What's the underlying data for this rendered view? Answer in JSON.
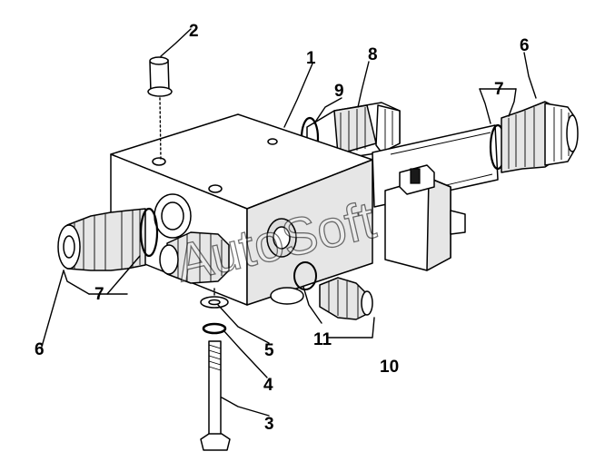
{
  "diagram": {
    "callouts": [
      {
        "id": "c1",
        "text": "1"
      },
      {
        "id": "c2",
        "text": "2"
      },
      {
        "id": "c3",
        "text": "3"
      },
      {
        "id": "c4",
        "text": "4"
      },
      {
        "id": "c5",
        "text": "5"
      },
      {
        "id": "c6a",
        "text": "6"
      },
      {
        "id": "c6b",
        "text": "6"
      },
      {
        "id": "c7a",
        "text": "7"
      },
      {
        "id": "c7b",
        "text": "7"
      },
      {
        "id": "c8",
        "text": "8"
      },
      {
        "id": "c9",
        "text": "9"
      },
      {
        "id": "c10",
        "text": "10"
      },
      {
        "id": "c11",
        "text": "11"
      }
    ],
    "watermark": "AutoSoft"
  }
}
